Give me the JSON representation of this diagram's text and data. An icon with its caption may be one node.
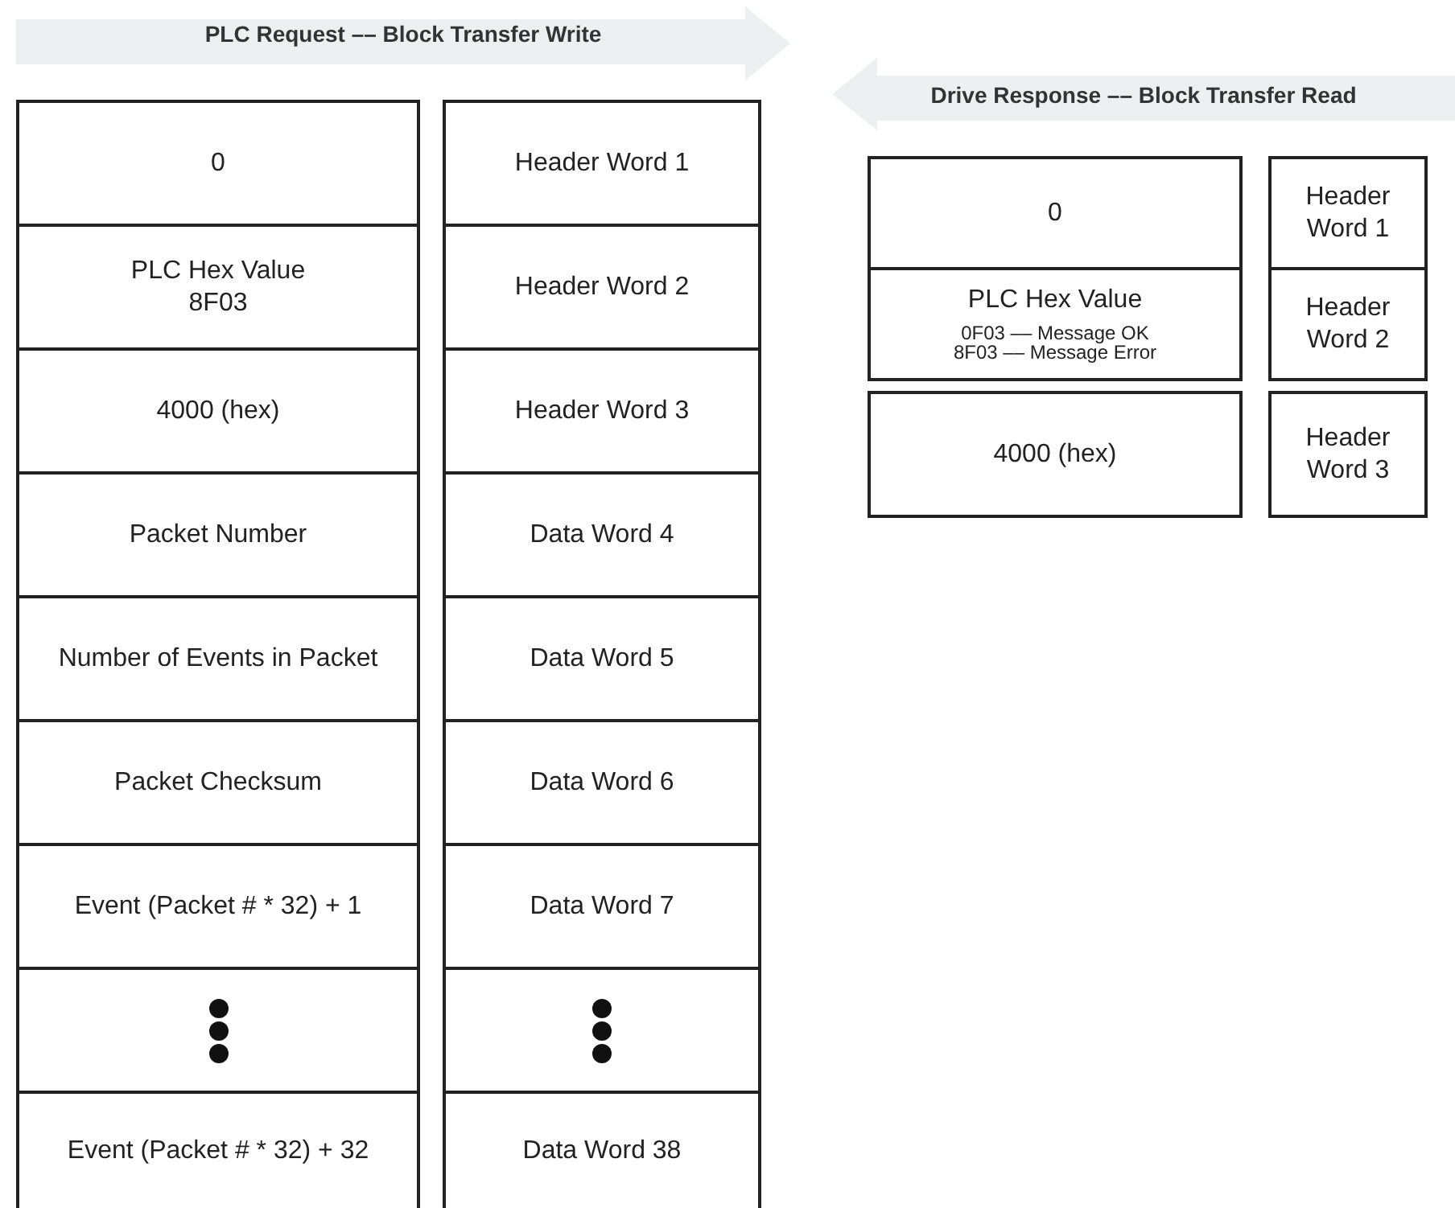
{
  "diagram": {
    "nodes": [
      {
        "text": [
          "PLC Request –– Block Transfer Write"
        ]
      },
      {
        "text": [
          "0"
        ]
      },
      {
        "text": [
          "PLC Hex Value",
          "8F03"
        ]
      },
      {
        "text": [
          "4000 (hex)"
        ]
      },
      {
        "text": [
          "Packet Number"
        ]
      },
      {
        "text": [
          "Number of Events in Packet"
        ]
      },
      {
        "text": [
          "Packet Checksum"
        ]
      },
      {
        "text": [
          "Event (Packet # * 32) + 1"
        ]
      },
      {
        "text": [],
        "shape": "box"
      },
      {
        "text": [
          "Event (Packet # * 32) + 32"
        ]
      },
      {
        "text": [
          "Header Word 1"
        ]
      },
      {
        "text": [
          "Header Word 2"
        ]
      },
      {
        "text": [
          "Header Word 3"
        ]
      },
      {
        "text": [
          "Data Word 4"
        ]
      },
      {
        "text": [
          "Data Word 5"
        ]
      },
      {
        "text": [
          "Data Word 6"
        ]
      },
      {
        "text": [
          "Data Word 7"
        ]
      },
      {
        "text": [],
        "shape": "box"
      },
      {
        "text": [
          "Data Word 38"
        ]
      },
      {
        "text": [
          "Drive Response –– Block Transfer Read"
        ]
      },
      {
        "text": [
          "0"
        ]
      },
      {
        "text": [
          "PLC Hex Value",
          "0F03 –– Message OK",
          "8F03 –– Message Error"
        ]
      },
      {
        "text": [
          "4000 (hex)"
        ]
      },
      {
        "text": [
          "Header Word 1"
        ]
      },
      {
        "text": [
          "Header Word 2"
        ]
      },
      {
        "text": [
          "Header Word 3"
        ]
      }
    ]
  }
}
